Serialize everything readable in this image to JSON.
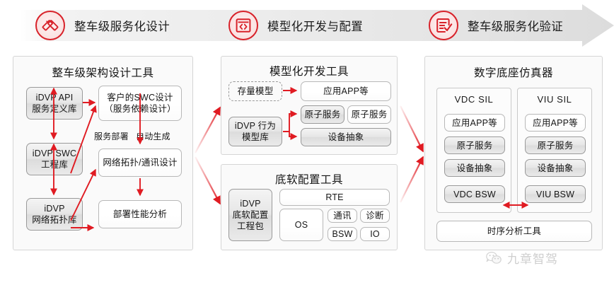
{
  "banner": {
    "stages": [
      {
        "id": "design",
        "icon": "ruler-pencil-icon",
        "label": "整车级服务化设计"
      },
      {
        "id": "develop",
        "icon": "code-window-icon",
        "label": "模型化开发与配置"
      },
      {
        "id": "verify",
        "icon": "checklist-icon",
        "label": "整车级服务化验证"
      }
    ]
  },
  "panels": {
    "left": {
      "title": "整车级架构设计工具",
      "libraries": [
        {
          "line1": "iDVP API",
          "line2": "服务定义库"
        },
        {
          "line1": "iDVP SWC",
          "line2": "工程库"
        },
        {
          "line1": "iDVP",
          "line2": "网络拓扑库"
        }
      ],
      "stages": [
        {
          "line1": "客户的SWC设计",
          "line2": "（服务依赖设计）"
        },
        {
          "line1": "网络拓扑/通讯设计",
          "line2": ""
        },
        {
          "line1": "部署性能分析",
          "line2": ""
        }
      ],
      "edge_labels": [
        "服务部署",
        "自动生成"
      ]
    },
    "mid_top": {
      "title": "模型化开发工具",
      "legacy_model": "存量模型",
      "behavior_lib": {
        "line1": "iDVP 行为",
        "line2": "模型库"
      },
      "app": "应用APP等",
      "atomic_service_filled": "原子服务",
      "atomic_service_plain": "原子服务",
      "device_abstraction": "设备抽象"
    },
    "mid_bottom": {
      "title": "底软配置工具",
      "package": {
        "line1": "iDVP",
        "line2": "底软配置",
        "line3": "工程包"
      },
      "rte": "RTE",
      "os": "OS",
      "comm": "通讯",
      "diag": "诊断",
      "bsw": "BSW",
      "io": "IO"
    },
    "right": {
      "title": "数字底座仿真器",
      "columns": [
        {
          "title": "VDC SIL",
          "items": [
            {
              "label": "应用APP等",
              "style": "white"
            },
            {
              "label": "原子服务",
              "style": "gray"
            },
            {
              "label": "设备抽象",
              "style": "gray"
            },
            {
              "label": "VDC BSW",
              "style": "gray"
            }
          ]
        },
        {
          "title": "VIU SIL",
          "items": [
            {
              "label": "应用APP等",
              "style": "white"
            },
            {
              "label": "原子服务",
              "style": "gray"
            },
            {
              "label": "设备抽象",
              "style": "gray"
            },
            {
              "label": "VIU BSW",
              "style": "gray"
            }
          ]
        }
      ],
      "timing_tool": "时序分析工具"
    }
  },
  "watermark": {
    "icon": "wechat-icon",
    "text": "九章智驾"
  },
  "colors": {
    "accent_red": "#d8222a",
    "arrow_red": "#e01b22",
    "panel_bg": "#fafafa",
    "panel_border": "#d5d5d5",
    "node_gray_border": "#9a9a9a"
  }
}
